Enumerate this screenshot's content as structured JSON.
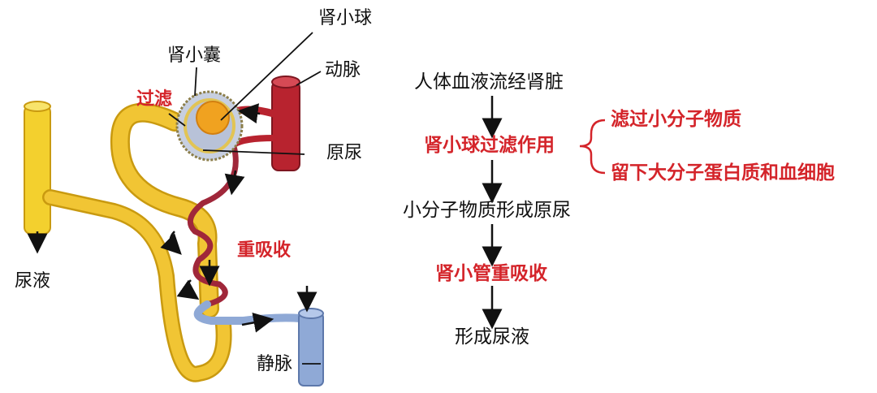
{
  "colors": {
    "red_text": "#d4242a",
    "artery": "#b8232f",
    "tubule": "#f1c534",
    "vein": "#8fa9d6",
    "collecting_duct": "#f3d02e"
  },
  "anatomy_labels": {
    "glomerulus": "肾小球",
    "capsule": "肾小囊",
    "artery": "动脉",
    "filtration": "过滤",
    "primary_urine": "原尿",
    "reabsorption": "重吸收",
    "urine": "尿液",
    "vein": "静脉"
  },
  "flowchart": {
    "steps": [
      "人体血液流经肾脏",
      "肾小球过滤作用",
      "小分子物质形成原尿",
      "肾小管重吸收",
      "形成尿液"
    ],
    "red_steps": [
      1,
      3
    ],
    "branches": [
      "滤过小分子物质",
      "留下大分子蛋白质和血细胞"
    ]
  }
}
